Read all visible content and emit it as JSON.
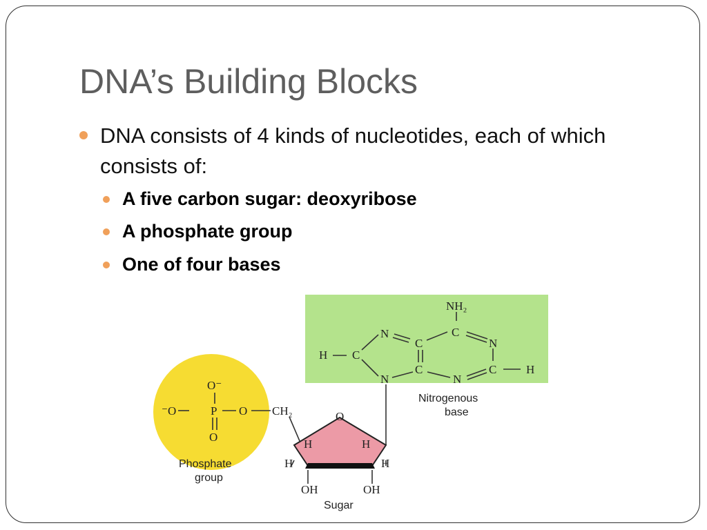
{
  "slide": {
    "title": "DNA’s Building Blocks",
    "bullet": "DNA consists of 4 kinds of nucleotides, each of which consists of:",
    "subitems": [
      "A five carbon sugar: deoxyribose",
      "A phosphate group",
      "One of four bases"
    ]
  },
  "diagram": {
    "nitrogenous_label_1": "Nitrogenous",
    "nitrogenous_label_2": "base",
    "phosphate_label_1": "Phosphate",
    "phosphate_label_2": "group",
    "sugar_label": "Sugar",
    "colors": {
      "base_bg": "#b4e38c",
      "phosphate": "#f6dc32",
      "sugar": "#ec9aa6",
      "bullet": "#f0a05a"
    },
    "atoms": {
      "nh2": "NH₂",
      "n": "N",
      "c": "C",
      "h": "H",
      "h_dash": "H—",
      "dash_h": "—H",
      "o": "O",
      "o_minus_top": "O⁻",
      "o_minus_left": "⁻O",
      "p": "P",
      "ch2": "CH₂",
      "oh": "OH"
    }
  }
}
